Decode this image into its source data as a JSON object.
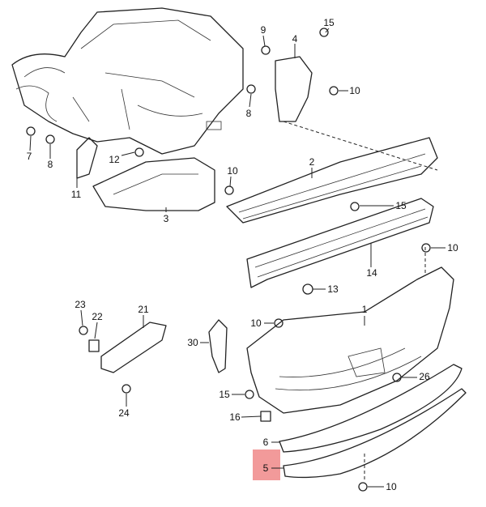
{
  "highlight_color": "#f29a9a",
  "highlighted_part": "5",
  "callouts": [
    "15",
    "9",
    "4",
    "10",
    "7",
    "8",
    "8",
    "12",
    "11",
    "10",
    "3",
    "2",
    "15",
    "10",
    "14",
    "13",
    "23",
    "22",
    "21",
    "1",
    "10",
    "30",
    "26",
    "15",
    "24",
    "16",
    "6",
    "5",
    "10"
  ]
}
